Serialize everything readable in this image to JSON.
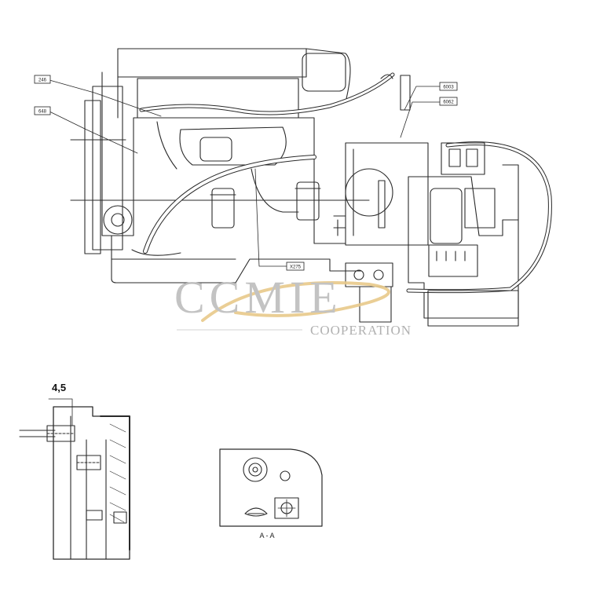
{
  "callouts": {
    "c246": "246",
    "c648": "648",
    "c6003": "6003",
    "c6062": "6062",
    "c275": "X275"
  },
  "dimension": {
    "label": "4,5"
  },
  "section": {
    "label": "A - A"
  },
  "watermark": {
    "brand": "CCMIE",
    "subtitle": "COOPERATION"
  }
}
